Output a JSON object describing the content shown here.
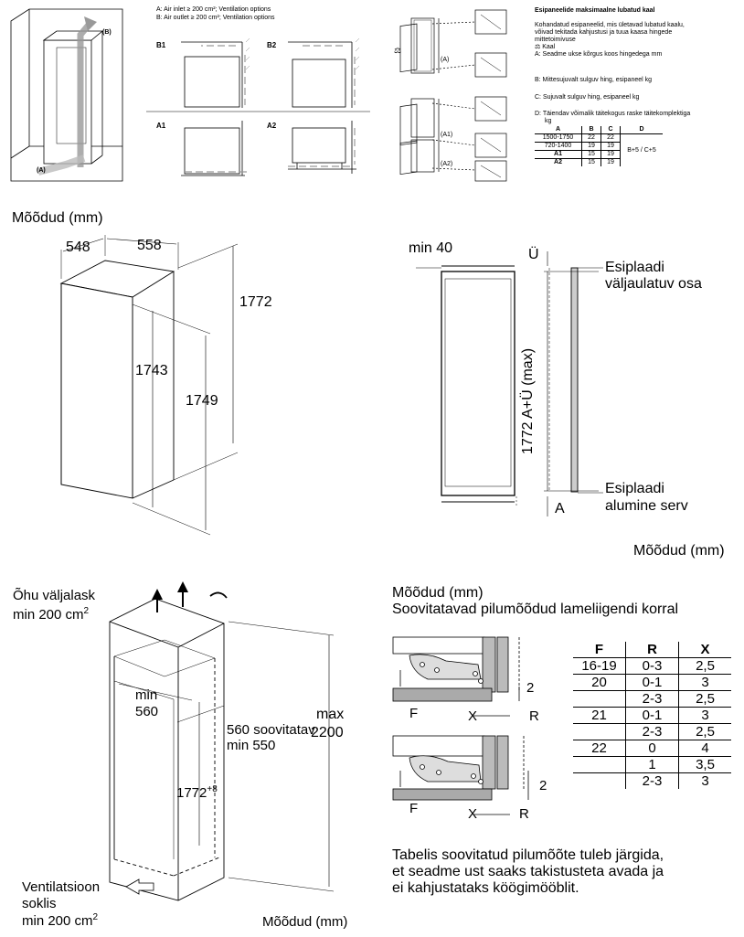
{
  "vent": {
    "title_a": "A: Air inlet ≥ 200 cm²; Ventilation options",
    "title_b": "B: Air outlet ≥ 200 cm²; Ventilation options",
    "label_b_arrow": "(B)",
    "label_a_arrow": "(A)",
    "panels": [
      "B1",
      "B2",
      "A1",
      "A2"
    ]
  },
  "weights": {
    "heading": "Esipaneelide maksimaalne lubatud kaal",
    "intro": [
      "Kohandatud esipaneelid, mis ületavad lubatud kaalu,",
      "võivad tekitada kahjustusi ja tuua kaasa hingede",
      "mittetoimivuse"
    ],
    "icon_label": "Kaal",
    "notes": {
      "a": "A: Seadme ukse kõrgus koos hingedega mm",
      "b": "B: Mittesujuvalt sulguv hing, esipaneel kg",
      "c": "C: Sujuvalt sulguv hing, esipaneel kg",
      "d1": "D: Täiendav võimalik täitekogus raske täitekomplektiga",
      "d2": "kg"
    },
    "diagram_labels": {
      "a": "(A)",
      "a1": "(A1)",
      "a2": "(A2)"
    },
    "table": {
      "headers": [
        "A",
        "B",
        "C",
        "D"
      ],
      "rows": [
        [
          "1500-1750",
          "22",
          "22"
        ],
        [
          "720-1400",
          "19",
          "19"
        ],
        [
          "A1",
          "15",
          "19"
        ],
        [
          "A2",
          "15",
          "19"
        ]
      ],
      "d_value": "B+5 / C+5"
    }
  },
  "dims": {
    "title": "Mõõdud (mm)",
    "d548": "548",
    "d558": "558",
    "d1772": "1772",
    "d1743": "1743",
    "d1749": "1749"
  },
  "side": {
    "min40": "min 40",
    "u": "Ü",
    "esiplaadi1": "Esiplaadi",
    "valjaulatuv": "väljaulatuv osa",
    "vertical": "1772 A+Ü (max)",
    "esiplaadi2": "Esiplaadi",
    "alumine": "alumine serv",
    "a": "A",
    "caption": "Mõõdud (mm)"
  },
  "niche": {
    "ohu1": "Õhu väljalask",
    "ohu2": "min 200 cm",
    "sup": "2",
    "max": "max",
    "d2200": "2200",
    "min": "min",
    "d560": "560",
    "soovitatav": "560 soovitatav",
    "min550": "min 550",
    "d1772": "1772",
    "plus8": "+8",
    "vent1": "Ventilatsioon",
    "vent2": "soklis",
    "vent3": "min 200 cm",
    "caption": "Mõõdud (mm)"
  },
  "gap": {
    "title1": "Mõõdud (mm)",
    "title2": "Soovitatavad pilumõõdud lameliigendi korral",
    "labels": {
      "two": "2",
      "f": "F",
      "x": "X",
      "r": "R"
    },
    "table": {
      "headers": [
        "F",
        "R",
        "X"
      ],
      "rows": [
        [
          "16-19",
          "0-3",
          "2,5"
        ],
        [
          "20",
          "0-1",
          "3"
        ],
        [
          "",
          "2-3",
          "2,5"
        ],
        [
          "21",
          "0-1",
          "3"
        ],
        [
          "",
          "2-3",
          "2,5"
        ],
        [
          "22",
          "0",
          "4"
        ],
        [
          "",
          "1",
          "3,5"
        ],
        [
          "",
          "2-3",
          "3"
        ]
      ]
    },
    "note": [
      "Tabelis soovitatud pilumõõte tuleb järgida,",
      "et seadme ust saaks takistusteta avada ja",
      "ei kahjustataks köögimööblit."
    ]
  }
}
